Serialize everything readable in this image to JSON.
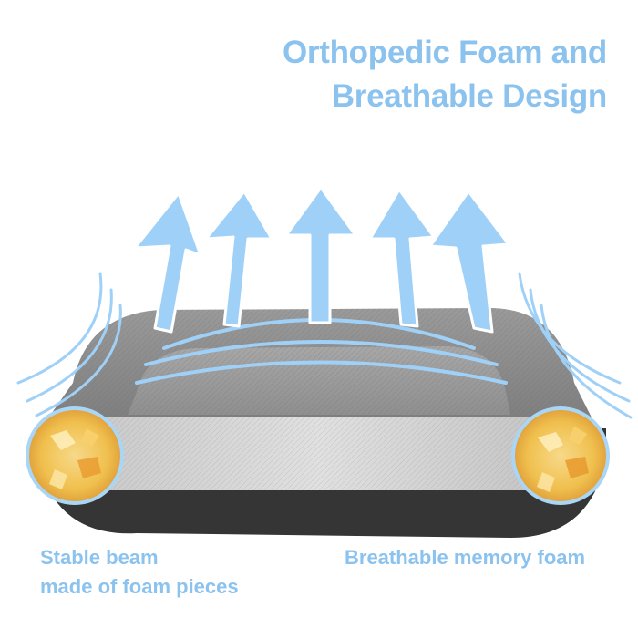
{
  "headline": {
    "line1": "Orthopedic Foam and",
    "line2": "Breathable Design"
  },
  "captions": {
    "left_line1": "Stable beam",
    "left_line2": "made of foam pieces",
    "right": "Breathable memory foam"
  },
  "colors": {
    "accent": "#8cc3ee",
    "arrow_fill": "#9fd0f7",
    "bed_gray": "#8e8e8e",
    "bed_dark": "#3a3a3a",
    "foam_yellow": "#f3c45a"
  },
  "icons": [
    "arrow-up-icon",
    "airflow-wave-icon"
  ]
}
